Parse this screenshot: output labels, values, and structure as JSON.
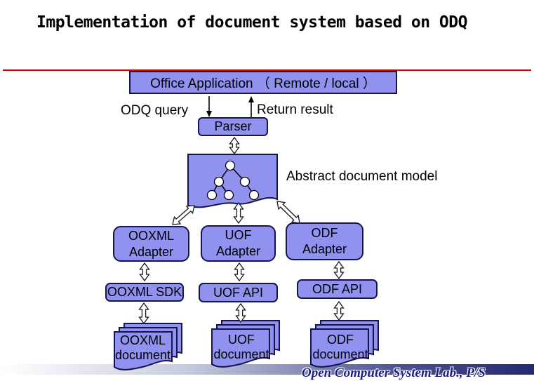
{
  "title": "Implementation of document system based on ODQ",
  "boxes": {
    "office_app": "Office Application （ Remote / local ）",
    "parser": "Parser"
  },
  "labels": {
    "odq_query": "ODQ query",
    "return_result": "Return result",
    "abstract_model": "Abstract document model"
  },
  "adapters": [
    {
      "line1": "OOXML",
      "line2": "Adapter"
    },
    {
      "line1": "UOF",
      "line2": "Adapter"
    },
    {
      "line1": "ODF",
      "line2": "Adapter"
    }
  ],
  "apis": [
    "OOXML SDK",
    "UOF API",
    "ODF API"
  ],
  "documents": [
    {
      "line1": "OOXML",
      "line2": "document"
    },
    {
      "line1": "UOF",
      "line2": "document"
    },
    {
      "line1": "ODF",
      "line2": "document"
    }
  ],
  "footer": {
    "text": "Open Computer System Lab., P/S"
  },
  "colors": {
    "shape_fill": "#9191ef",
    "shape_border": "#15154e",
    "divider_red": "#cc0000",
    "footer_text": "#1c1c85"
  }
}
